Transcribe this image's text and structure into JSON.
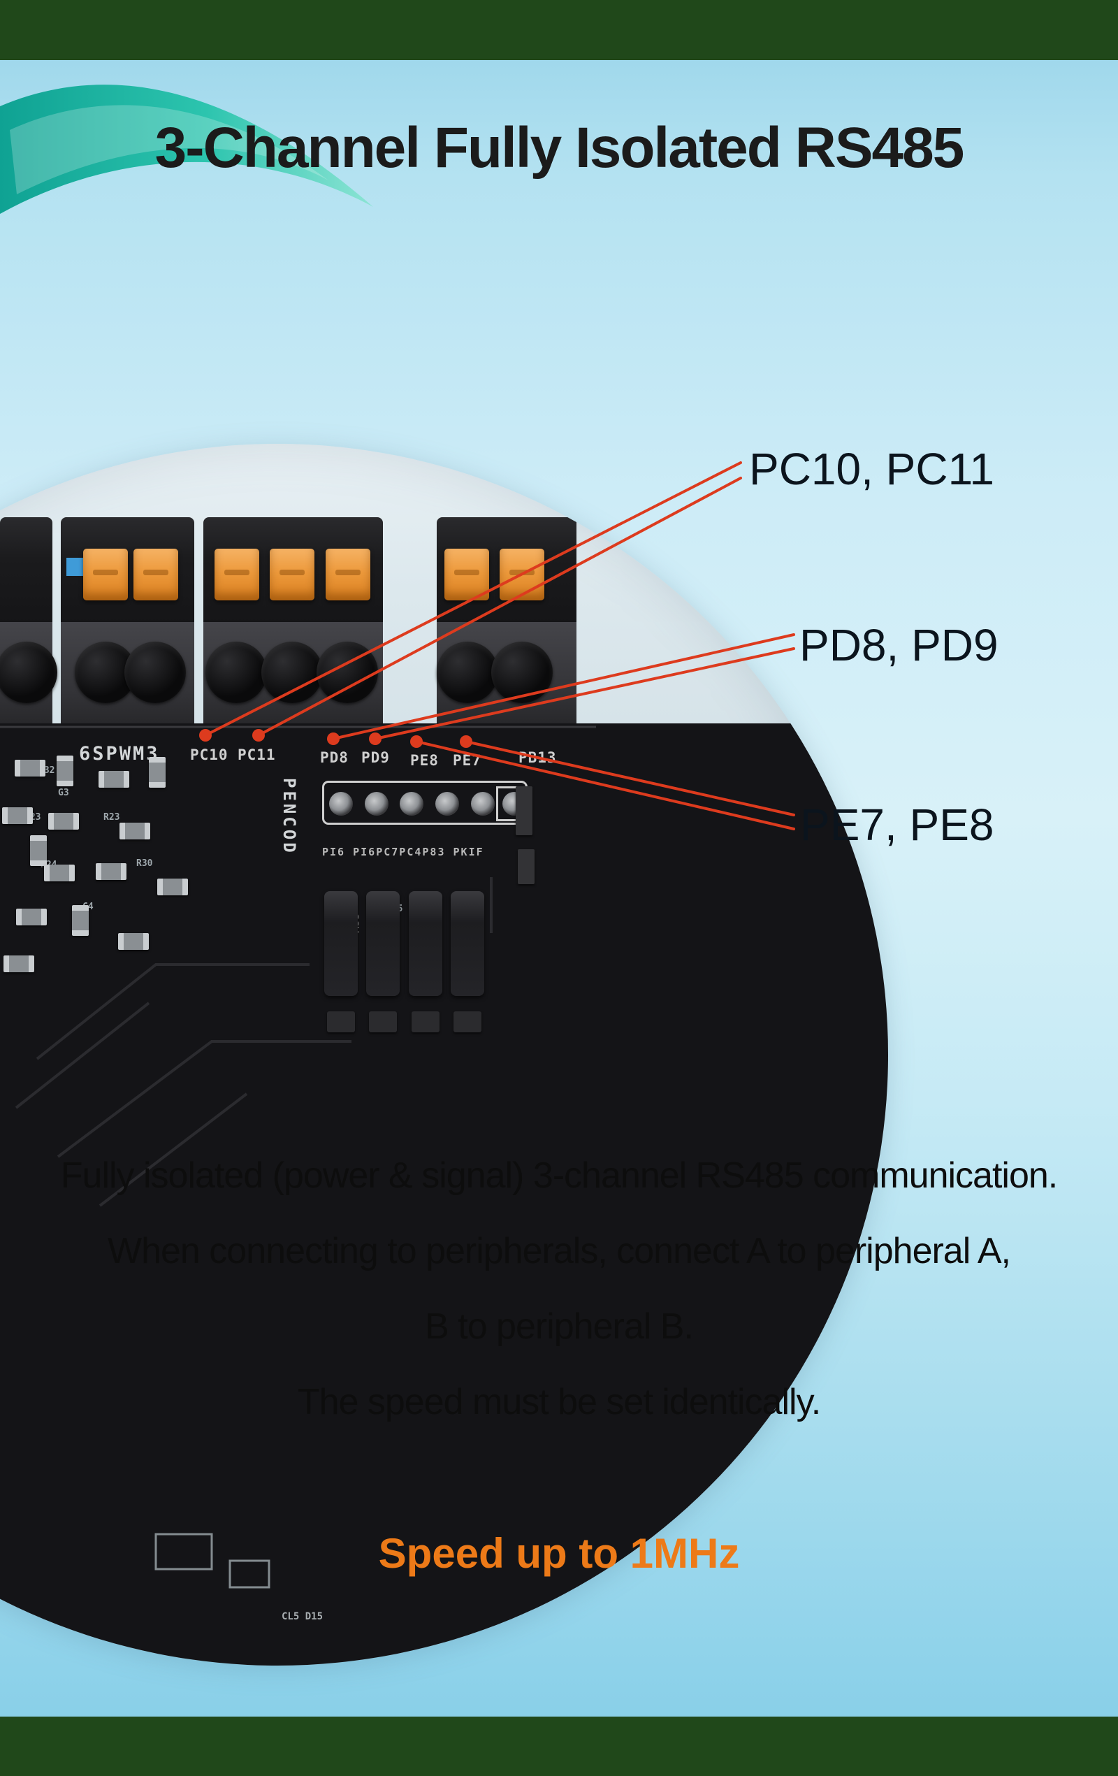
{
  "header": {
    "title": "3-Channel Fully Isolated RS485"
  },
  "annotations": {
    "pc_label": "PC10, PC11",
    "pd_label": "PD8, PD9",
    "pe_label": "PE7, PE8"
  },
  "pcb": {
    "group_label": "6SPWM3",
    "pin_labels": [
      "PC10",
      "PC11",
      "PD8",
      "PD9",
      "PE8",
      "PE7",
      "PB13"
    ],
    "vertical_label": "PENCOD",
    "small_row_label": "PI6 PI6PC7PC4P83 PKIF",
    "component_refs": [
      "C32",
      "G3",
      "S23",
      "R23",
      "R24",
      "R30",
      "C4",
      "L85"
    ],
    "cap_label": "M55",
    "bottom_label": "CL5 D15"
  },
  "body_text": {
    "line1": "Fully isolated (power & signal) 3-channel RS485 communication.",
    "line2": "When connecting to peripherals, connect A to peripheral A,",
    "line3": "B to peripheral B.",
    "line4": "The speed must be set identically."
  },
  "speed_note": "Speed up to 1MHz",
  "colors": {
    "top_bar_green": "#20481a",
    "bottom_bar_green": "#20481a",
    "annotation_red": "#dd3b1e",
    "speed_orange": "#ed7a18",
    "swoosh_teal": "#14b2a0",
    "title_text": "#1b1b1b"
  }
}
